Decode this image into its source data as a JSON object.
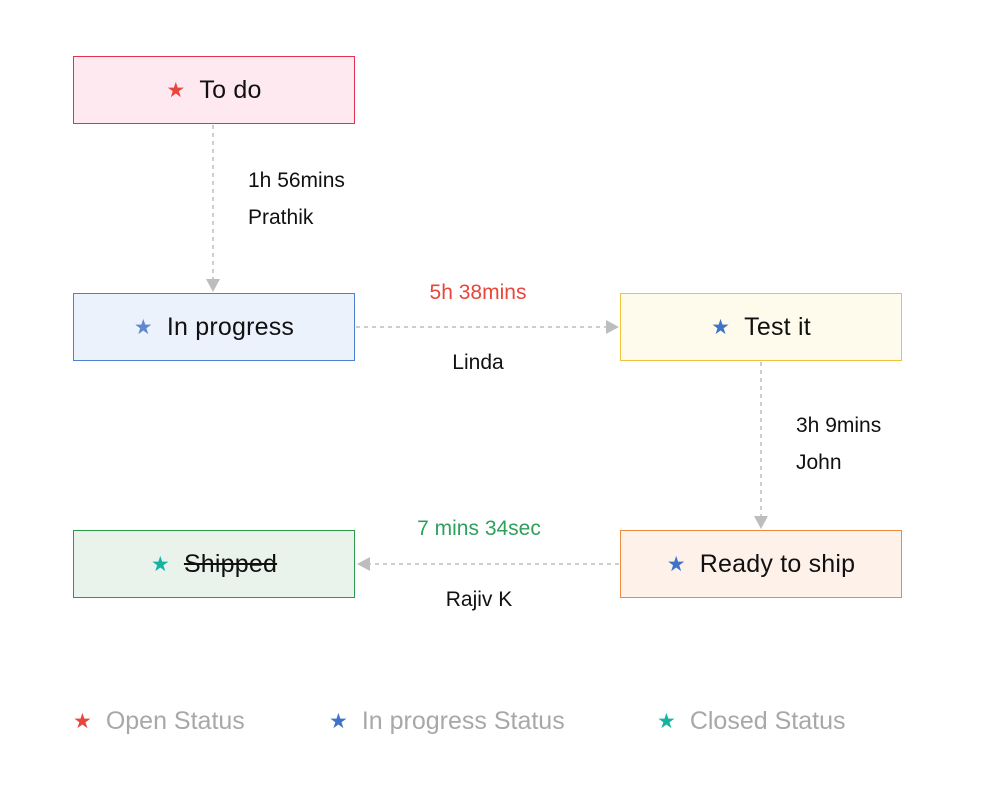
{
  "colors": {
    "open": "#e8463c",
    "in_progress": "#3f73c9",
    "closed": "#15b3a2",
    "connector": "#bdbdbd",
    "duration_red": "#e8463c",
    "duration_green": "#2ea05c"
  },
  "icons": {
    "status_marker": "star-icon"
  },
  "nodes": {
    "todo": "To do",
    "in_progress": "In progress",
    "test_it": "Test it",
    "ready_to_ship": "Ready to ship",
    "shipped": "Shipped"
  },
  "transitions": [
    {
      "from": "To do",
      "to": "In progress",
      "duration": "1h 56mins",
      "assignee": "Prathik"
    },
    {
      "from": "In progress",
      "to": "Test it",
      "duration": "5h 38mins",
      "assignee": "Linda"
    },
    {
      "from": "Test it",
      "to": "Ready to ship",
      "duration": "3h 9mins",
      "assignee": "John"
    },
    {
      "from": "Ready to ship",
      "to": "Shipped",
      "duration": "7 mins 34sec",
      "assignee": "Rajiv K"
    }
  ],
  "legend": {
    "open": "Open Status",
    "in_progress": "In progress Status",
    "closed": "Closed Status"
  }
}
